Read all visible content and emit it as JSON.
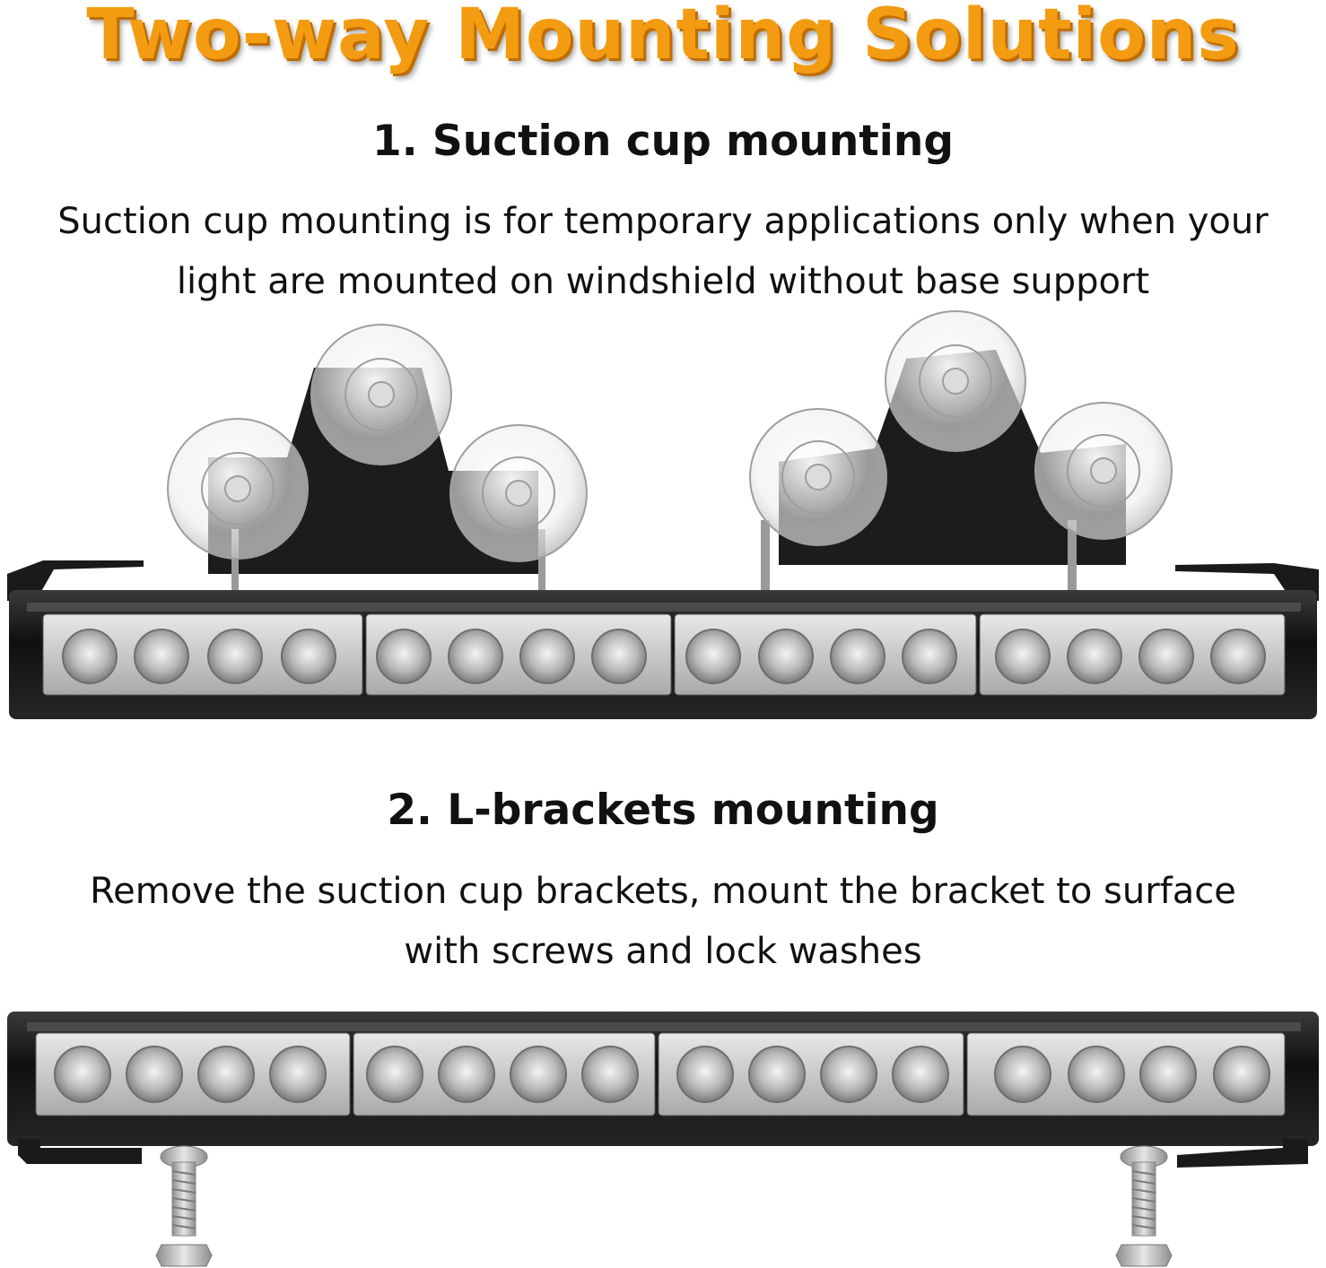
{
  "main_title": "Two-way Mounting Solutions",
  "sections": [
    {
      "heading": "1. Suction cup mounting",
      "description_lines": [
        "Suction cup mounting is for temporary applications only when your",
        "light are mounted on windshield without base support"
      ],
      "image_subject": "light-bar-with-suction-cup-brackets"
    },
    {
      "heading": "2. L-brackets mounting",
      "description_lines": [
        "Remove the suction cup brackets, mount the bracket to surface",
        "with screws and lock washes"
      ],
      "image_subject": "light-bar-with-l-brackets-and-screws"
    }
  ],
  "colors": {
    "title": "#f39c12",
    "title_shadow": "#c06d00",
    "text": "#111111",
    "bar_housing": "#151515",
    "lens": "#d9d9d9"
  }
}
